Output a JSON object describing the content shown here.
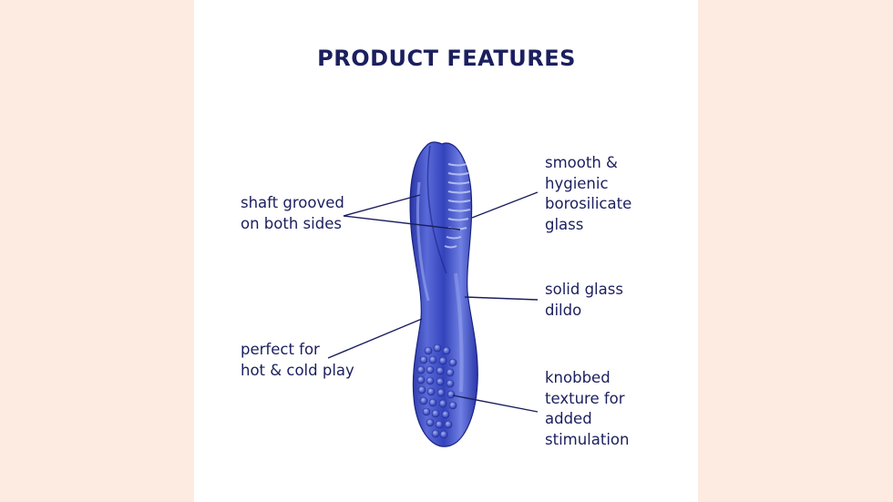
{
  "title": "PRODUCT FEATURES",
  "colors": {
    "background": "#fdebe2",
    "panel": "#ffffff",
    "text": "#1b1f5e",
    "product": "#3f4fc4"
  },
  "features": {
    "left": [
      {
        "id": "shaft-grooved",
        "text": "shaft grooved\non both sides"
      },
      {
        "id": "hot-cold",
        "text": "perfect for\nhot & cold play"
      }
    ],
    "right": [
      {
        "id": "smooth-glass",
        "text": "smooth &\nhygienic\nborosilicate\nglass"
      },
      {
        "id": "solid-glass",
        "text": "solid glass\ndildo"
      },
      {
        "id": "knobbed",
        "text": "knobbed\ntexture for\nadded\nstimulation"
      }
    ]
  },
  "product": {
    "icon": "glass-dildo-illustration"
  }
}
